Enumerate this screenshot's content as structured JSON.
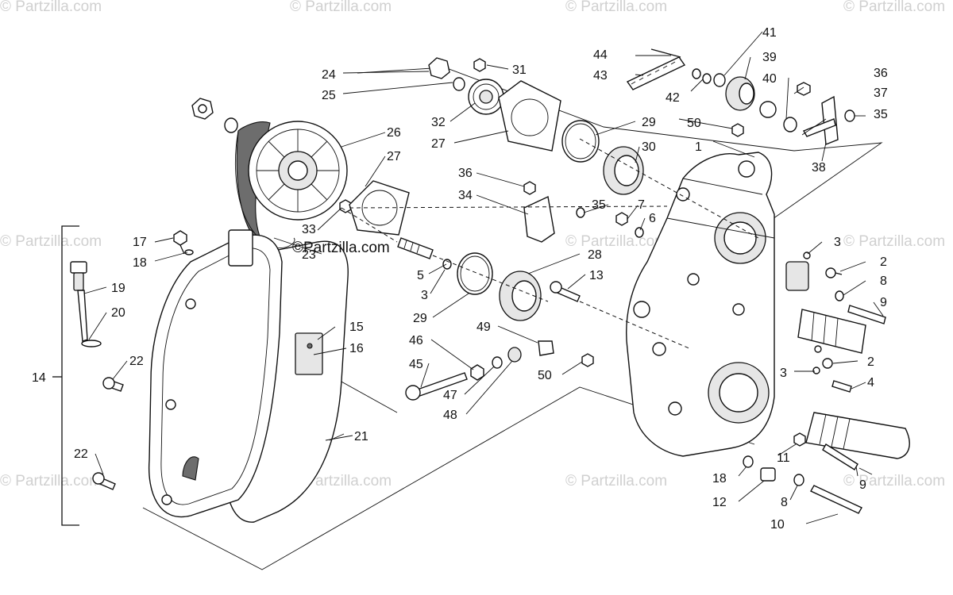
{
  "watermark": "© Partzilla.com",
  "brand_label": "©Partzilla.com",
  "callouts": [
    "1",
    "2",
    "3",
    "4",
    "5",
    "6",
    "7",
    "8",
    "9",
    "10",
    "11",
    "12",
    "13",
    "14",
    "15",
    "16",
    "17",
    "18",
    "19",
    "20",
    "21",
    "22",
    "23",
    "24",
    "25",
    "26",
    "27",
    "28",
    "29",
    "30",
    "31",
    "32",
    "33",
    "34",
    "35",
    "36",
    "37",
    "38",
    "39",
    "40",
    "41",
    "42",
    "43",
    "44",
    "45",
    "46",
    "47",
    "48",
    "49",
    "50"
  ],
  "callout_labels": [
    {
      "id": "c24",
      "text": "24"
    },
    {
      "id": "c25",
      "text": "25"
    },
    {
      "id": "c31",
      "text": "31"
    },
    {
      "id": "c32",
      "text": "32"
    },
    {
      "id": "c26",
      "text": "26"
    },
    {
      "id": "c27a",
      "text": "27"
    },
    {
      "id": "c27b",
      "text": "27"
    },
    {
      "id": "c29a",
      "text": "29"
    },
    {
      "id": "c30",
      "text": "30"
    },
    {
      "id": "c44",
      "text": "44"
    },
    {
      "id": "c43",
      "text": "43"
    },
    {
      "id": "c41",
      "text": "41"
    },
    {
      "id": "c39",
      "text": "39"
    },
    {
      "id": "c40",
      "text": "40"
    },
    {
      "id": "c42",
      "text": "42"
    },
    {
      "id": "c36a",
      "text": "36"
    },
    {
      "id": "c37",
      "text": "37"
    },
    {
      "id": "c35a",
      "text": "35"
    },
    {
      "id": "c38",
      "text": "38"
    },
    {
      "id": "c50a",
      "text": "50"
    },
    {
      "id": "c1",
      "text": "1"
    },
    {
      "id": "c36b",
      "text": "36"
    },
    {
      "id": "c34",
      "text": "34"
    },
    {
      "id": "c35b",
      "text": "35"
    },
    {
      "id": "c7",
      "text": "7"
    },
    {
      "id": "c6",
      "text": "6"
    },
    {
      "id": "c33",
      "text": "33"
    },
    {
      "id": "c23",
      "text": "23"
    },
    {
      "id": "c17",
      "text": "17"
    },
    {
      "id": "c18a",
      "text": "18"
    },
    {
      "id": "c19",
      "text": "19"
    },
    {
      "id": "c20",
      "text": "20"
    },
    {
      "id": "c5",
      "text": "5"
    },
    {
      "id": "c3a",
      "text": "3"
    },
    {
      "id": "c29b",
      "text": "29"
    },
    {
      "id": "c28",
      "text": "28"
    },
    {
      "id": "c13",
      "text": "13"
    },
    {
      "id": "c3b",
      "text": "3"
    },
    {
      "id": "c2a",
      "text": "2"
    },
    {
      "id": "c8a",
      "text": "8"
    },
    {
      "id": "c9a",
      "text": "9"
    },
    {
      "id": "c15",
      "text": "15"
    },
    {
      "id": "c16",
      "text": "16"
    },
    {
      "id": "c49",
      "text": "49"
    },
    {
      "id": "c46",
      "text": "46"
    },
    {
      "id": "c45",
      "text": "45"
    },
    {
      "id": "c47",
      "text": "47"
    },
    {
      "id": "c48",
      "text": "48"
    },
    {
      "id": "c50b",
      "text": "50"
    },
    {
      "id": "c2b",
      "text": "2"
    },
    {
      "id": "c3c",
      "text": "3"
    },
    {
      "id": "c4",
      "text": "4"
    },
    {
      "id": "c14",
      "text": "14"
    },
    {
      "id": "c22a",
      "text": "22"
    },
    {
      "id": "c21",
      "text": "21"
    },
    {
      "id": "c22b",
      "text": "22"
    },
    {
      "id": "c11",
      "text": "11"
    },
    {
      "id": "c9b",
      "text": "9"
    },
    {
      "id": "c18b",
      "text": "18"
    },
    {
      "id": "c12",
      "text": "12"
    },
    {
      "id": "c8b",
      "text": "8"
    },
    {
      "id": "c10",
      "text": "10"
    }
  ]
}
